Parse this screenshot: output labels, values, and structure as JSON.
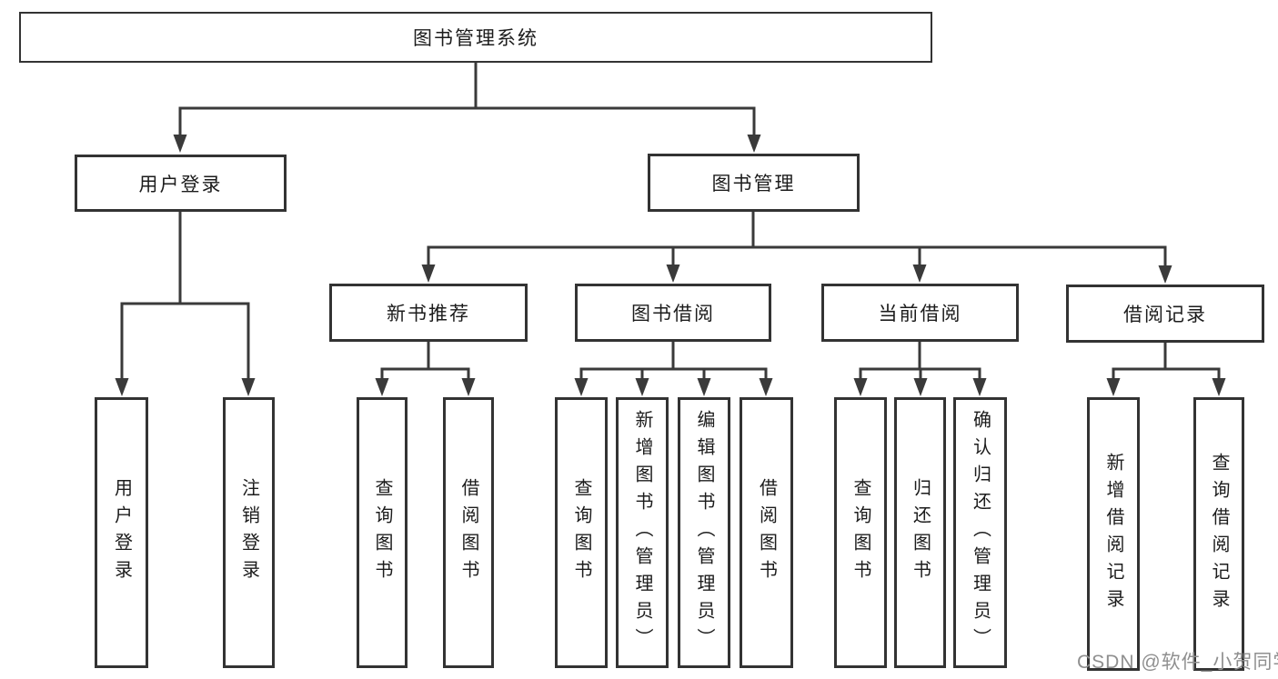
{
  "colors": {
    "line": "#3a3a3a",
    "box-border": "#333333",
    "text": "#1c1c1c",
    "watermark": "#8f8f8f",
    "bg": "#ffffff"
  },
  "watermark": {
    "text": "CSDN @软件_小贺同学"
  },
  "diagram": {
    "root": "图书管理系统",
    "level2": [
      "用户登录",
      "图书管理"
    ],
    "level3": [
      "新书推荐",
      "图书借阅",
      "当前借阅",
      "借阅记录"
    ],
    "leaves_user_login": [
      "用户登录",
      "注销登录"
    ],
    "leaves_new_book": [
      "查询图书",
      "借阅图书"
    ],
    "leaves_book_borrow": [
      "查询图书",
      "新增图书（管理员）",
      "编辑图书（管理员）",
      "借阅图书"
    ],
    "leaves_current_borrow": [
      "查询图书",
      "归还图书",
      "确认归还（管理员）"
    ],
    "leaves_borrow_records": [
      "新增借阅记录",
      "查询借阅记录"
    ]
  }
}
